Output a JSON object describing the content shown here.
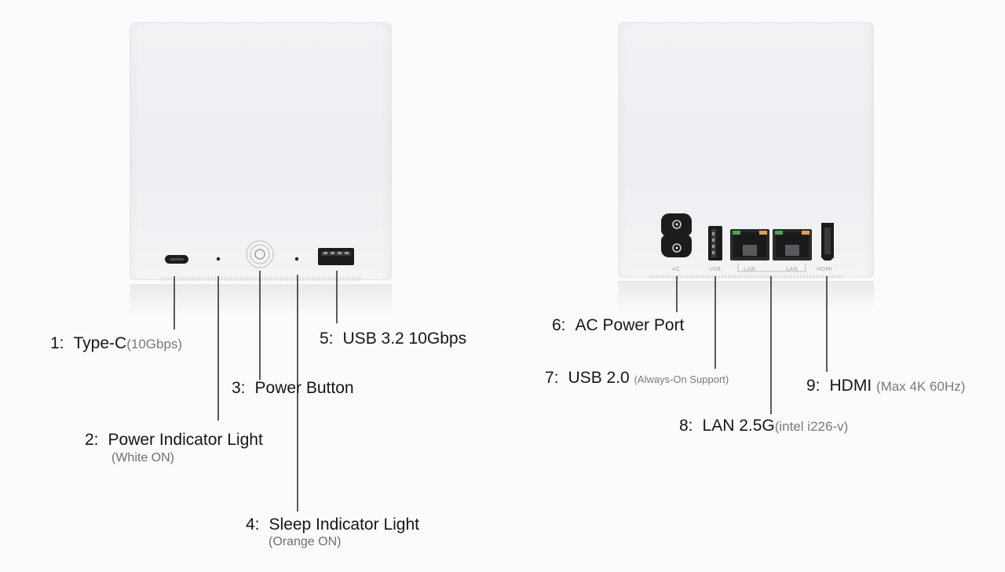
{
  "front": {
    "callouts": [
      {
        "num": "1:",
        "name": "Type-C",
        "detail": "(10Gbps)"
      },
      {
        "num": "2:",
        "name": "Power Indicator Light",
        "detail": "(White ON)"
      },
      {
        "num": "3:",
        "name": "Power Button",
        "detail": ""
      },
      {
        "num": "4:",
        "name": "Sleep Indicator Light",
        "detail": "(Orange ON)"
      },
      {
        "num": "5:",
        "name": "USB 3.2 10Gbps",
        "detail": ""
      }
    ]
  },
  "back": {
    "port_labels": {
      "ac": "AC",
      "usb": "USB",
      "lan1": "LAN",
      "lan2": "LAN",
      "hdmi": "HDMI"
    },
    "callouts": [
      {
        "num": "6:",
        "name": "AC Power Port",
        "detail": ""
      },
      {
        "num": "7:",
        "name": "USB 2.0",
        "detail": "(Always-On Support)"
      },
      {
        "num": "8:",
        "name": "LAN 2.5G",
        "detail": "(intel i226-v)"
      },
      {
        "num": "9:",
        "name": "HDMI",
        "detail": "(Max 4K 60Hz)"
      }
    ]
  },
  "colors": {
    "lan_led_green": "#3fae4a",
    "lan_led_orange": "#e8a23a",
    "device_body": "#eceef1"
  }
}
